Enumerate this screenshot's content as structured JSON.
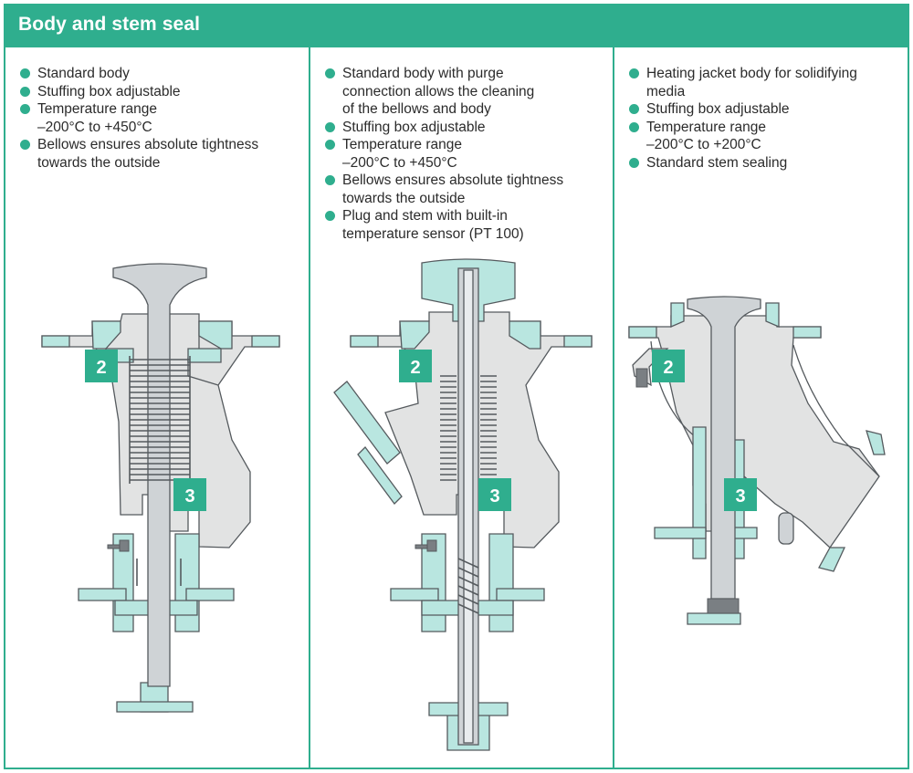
{
  "title": "Body and stem seal",
  "columns": [
    {
      "bullets": [
        [
          "Standard body"
        ],
        [
          "Stuffing box adjustable"
        ],
        [
          "Temperature range",
          "–200°C to +450°C"
        ],
        [
          "Bellows ensures absolute tightness",
          "towards the outside"
        ]
      ],
      "callouts": [
        "2",
        "3"
      ]
    },
    {
      "bullets": [
        [
          "Standard body with purge",
          "connection allows the cleaning",
          "of the bellows and body"
        ],
        [
          "Stuffing box adjustable"
        ],
        [
          "Temperature range",
          "–200°C to +450°C"
        ],
        [
          "Bellows ensures absolute tightness",
          "towards the outside"
        ],
        [
          "Plug and stem with built-in",
          "temperature sensor (PT 100)"
        ]
      ],
      "callouts": [
        "2",
        "3"
      ]
    },
    {
      "bullets": [
        [
          "Heating jacket body for solidifying",
          "media"
        ],
        [
          "Stuffing box adjustable"
        ],
        [
          "Temperature range",
          "–200°C to +200°C"
        ],
        [
          "Standard stem sealing"
        ]
      ],
      "callouts": [
        "2",
        "3"
      ]
    }
  ],
  "colors": {
    "accent": "#2fae8e",
    "body_fill": "#e2e3e3",
    "body_stroke": "#555a5e",
    "flange_fill": "#b9e6e0",
    "stem_fill": "#cfd3d6"
  },
  "icons": [
    "bullet-dot-icon"
  ]
}
